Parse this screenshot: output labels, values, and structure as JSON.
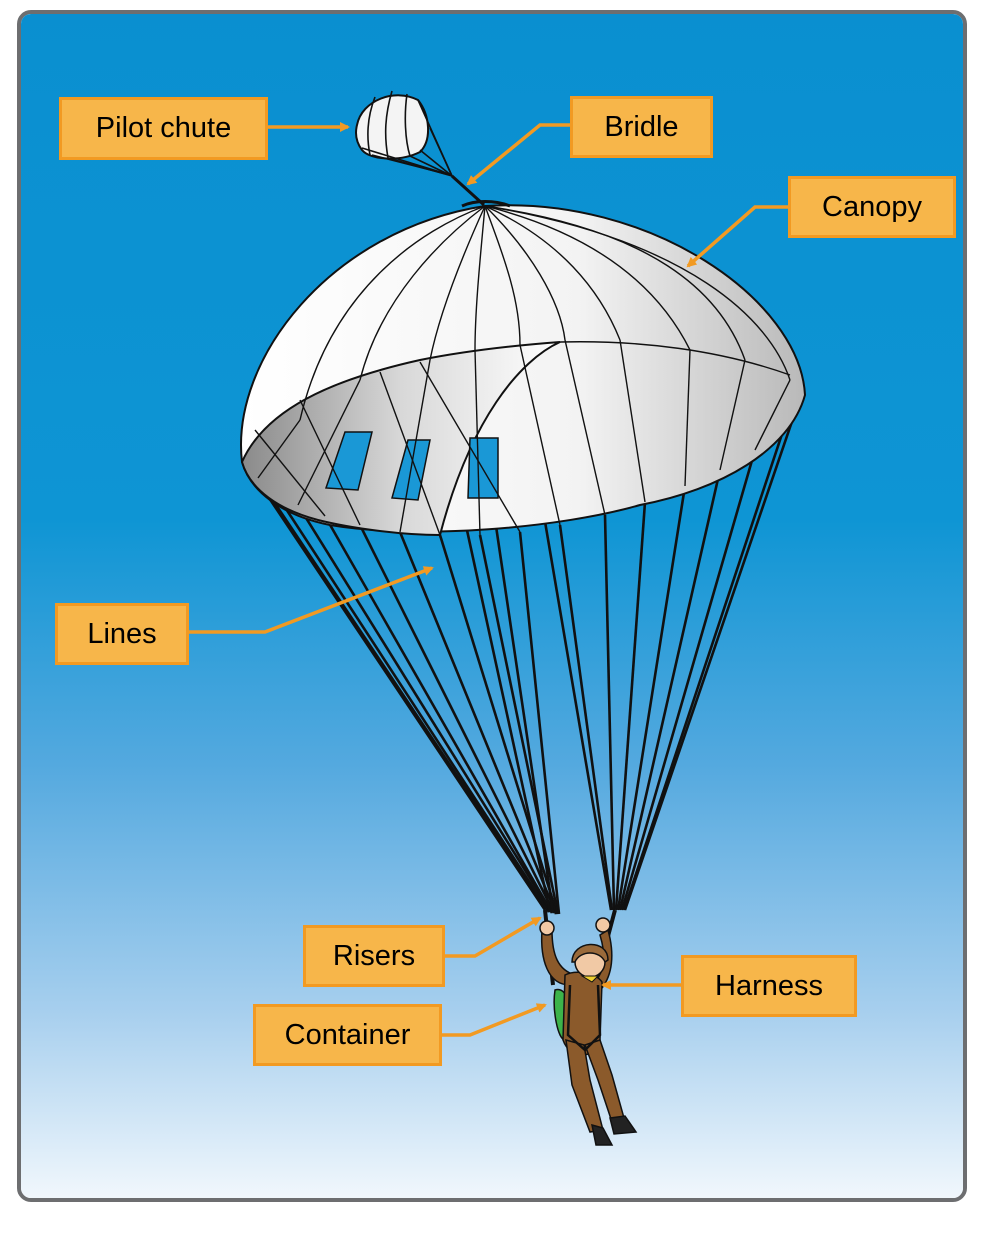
{
  "figure": {
    "background_top_color": "#0a8fd0",
    "background_bottom_color": "#ffffff",
    "label_fill_color": "#f7b64a",
    "label_border_color": "#f29a22",
    "leader_color": "#f29a22"
  },
  "labels": {
    "pilot_chute": "Pilot chute",
    "bridle": "Bridle",
    "canopy": "Canopy",
    "lines": "Lines",
    "risers": "Risers",
    "harness": "Harness",
    "container": "Container"
  }
}
